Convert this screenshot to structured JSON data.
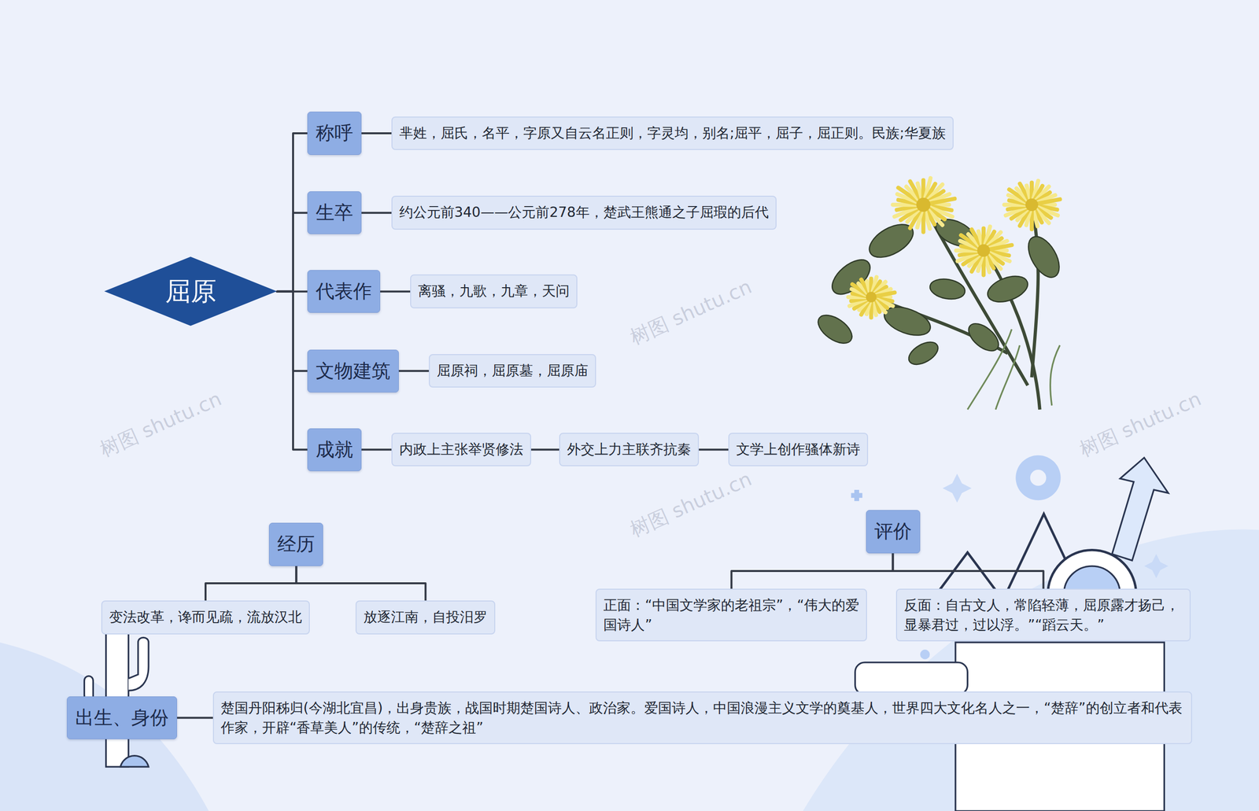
{
  "diagram": {
    "nodes": [
      {
        "text": [
          "屈原"
        ]
      },
      {
        "text": [
          "称呼"
        ]
      },
      {
        "text": [
          "芈姓，屈氏，名平，字原又自云名正则，字灵均，别名;屈平，屈子，屈正则。民族;华夏族"
        ]
      },
      {
        "text": [
          "生卒"
        ]
      },
      {
        "text": [
          "约公元前340——公元前278年，楚武王熊通之子屈瑕的后代"
        ]
      },
      {
        "text": [
          "代表作"
        ]
      },
      {
        "text": [
          "离骚，九歌，九章，天问"
        ]
      },
      {
        "text": [
          "文物建筑"
        ]
      },
      {
        "text": [
          "屈原祠，屈原墓，屈原庙"
        ]
      },
      {
        "text": [
          "成就"
        ]
      },
      {
        "text": [
          "内政上主张举贤修法"
        ]
      },
      {
        "text": [
          "外交上力主联齐抗秦"
        ]
      },
      {
        "text": [
          "文学上创作骚体新诗"
        ]
      },
      {
        "text": [
          "经历"
        ]
      },
      {
        "text": [
          "变法改革，谗而见疏，流放汉北"
        ]
      },
      {
        "text": [
          "放逐江南，自投汨罗"
        ]
      },
      {
        "text": [
          "评价"
        ]
      },
      {
        "text": [
          "正面：“中国文学家的老祖宗”，“伟大的爱国诗人”"
        ]
      },
      {
        "text": [
          "反面：自古文人，常陷轻薄，屈原露才扬己，显暴君过，过以浮。”“蹈云天。”"
        ]
      },
      {
        "text": [
          "出生、身份"
        ]
      },
      {
        "text": [
          "楚国丹阳秭归(今湖北宜昌)，出身贵族，战国时期楚国诗人、政治家。爱国诗人，中国浪漫主义文学的奠基人，世界四大文化名人之一，“楚辞”的创立者和代表作家，开辟“香草美人”的传统，“楚辞之祖”"
        ]
      }
    ],
    "edges": [
      {
        "from": 0,
        "to": 1,
        "arrow": "none"
      },
      {
        "from": 0,
        "to": 3,
        "arrow": "none"
      },
      {
        "from": 0,
        "to": 5,
        "arrow": "none"
      },
      {
        "from": 0,
        "to": 7,
        "arrow": "none"
      },
      {
        "from": 0,
        "to": 9,
        "arrow": "none"
      },
      {
        "from": 1,
        "to": 2,
        "arrow": "none"
      },
      {
        "from": 3,
        "to": 4,
        "arrow": "none"
      },
      {
        "from": 5,
        "to": 6,
        "arrow": "none"
      },
      {
        "from": 7,
        "to": 8,
        "arrow": "none"
      },
      {
        "from": 9,
        "to": 10,
        "arrow": "none"
      },
      {
        "from": 10,
        "to": 11,
        "arrow": "none"
      },
      {
        "from": 11,
        "to": 12,
        "arrow": "none"
      },
      {
        "from": 13,
        "to": 14,
        "arrow": "none"
      },
      {
        "from": 13,
        "to": 15,
        "arrow": "none"
      },
      {
        "from": 16,
        "to": 17,
        "arrow": "none"
      },
      {
        "from": 16,
        "to": 18,
        "arrow": "none"
      },
      {
        "from": 19,
        "to": 20,
        "arrow": "none"
      }
    ],
    "labels": [
      "树图 shutu.cn",
      "树图 shutu.cn",
      "树图 shutu.cn",
      "树图 shutu.cn"
    ]
  }
}
